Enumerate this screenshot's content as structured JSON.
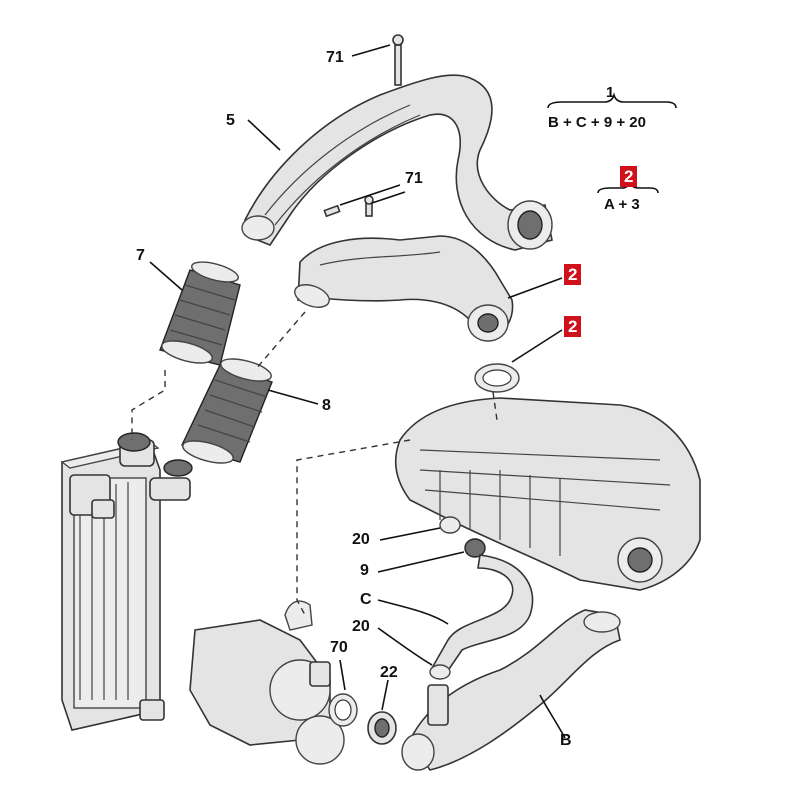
{
  "labels": {
    "p71_top": "71",
    "p71_mid": "71",
    "p5": "5",
    "p7": "7",
    "p8": "8",
    "p2_a": "2",
    "p2_b": "2",
    "p20_a": "20",
    "p9": "9",
    "pC": "C",
    "p20_b": "20",
    "p70": "70",
    "p22": "22",
    "pB": "B"
  },
  "formulas": {
    "kit1": {
      "title": "1",
      "parts": "B + C + 9 + 20"
    },
    "kit2": {
      "title": "2",
      "parts": "A + 3"
    }
  },
  "colors": {
    "callout_red": "#d0101a",
    "part_fill": "#e4e4e4",
    "hose_dark": "#6f6f6f"
  }
}
